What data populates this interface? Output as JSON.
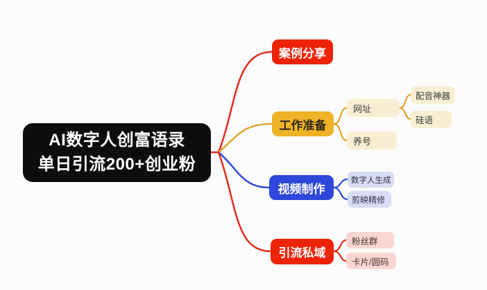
{
  "background": "#FCFCFC",
  "colors": {
    "root_bg": "#0D0D0D",
    "red": "#ED2308",
    "gold": "#EFB328",
    "blue": "#2F48DB",
    "red_line": "#E02B1D",
    "gold_line": "#DFA32B",
    "blue_line": "#2F48DB",
    "cream": "#F9EED2",
    "lavender": "#D8DCF4",
    "pink": "#F9D6D1"
  },
  "root": {
    "lines": [
      "AI数字人创富语录",
      "单日引流200+创业粉"
    ]
  },
  "branches": [
    {
      "label": "案例分享",
      "color": "#ED2308",
      "children": []
    },
    {
      "label": "工作准备",
      "color": "#EFB328",
      "children": [
        {
          "label": "网址",
          "children": [
            {
              "label": "配音神器"
            },
            {
              "label": "硅语"
            }
          ]
        },
        {
          "label": "养号",
          "children": []
        }
      ]
    },
    {
      "label": "视频制作",
      "color": "#2F48DB",
      "children": [
        {
          "label": "数字人生成"
        },
        {
          "label": "剪映精修"
        }
      ]
    },
    {
      "label": "引流私域",
      "color": "#ED2308",
      "children": [
        {
          "label": "粉丝群"
        },
        {
          "label": "卡片/圆码"
        }
      ]
    }
  ]
}
